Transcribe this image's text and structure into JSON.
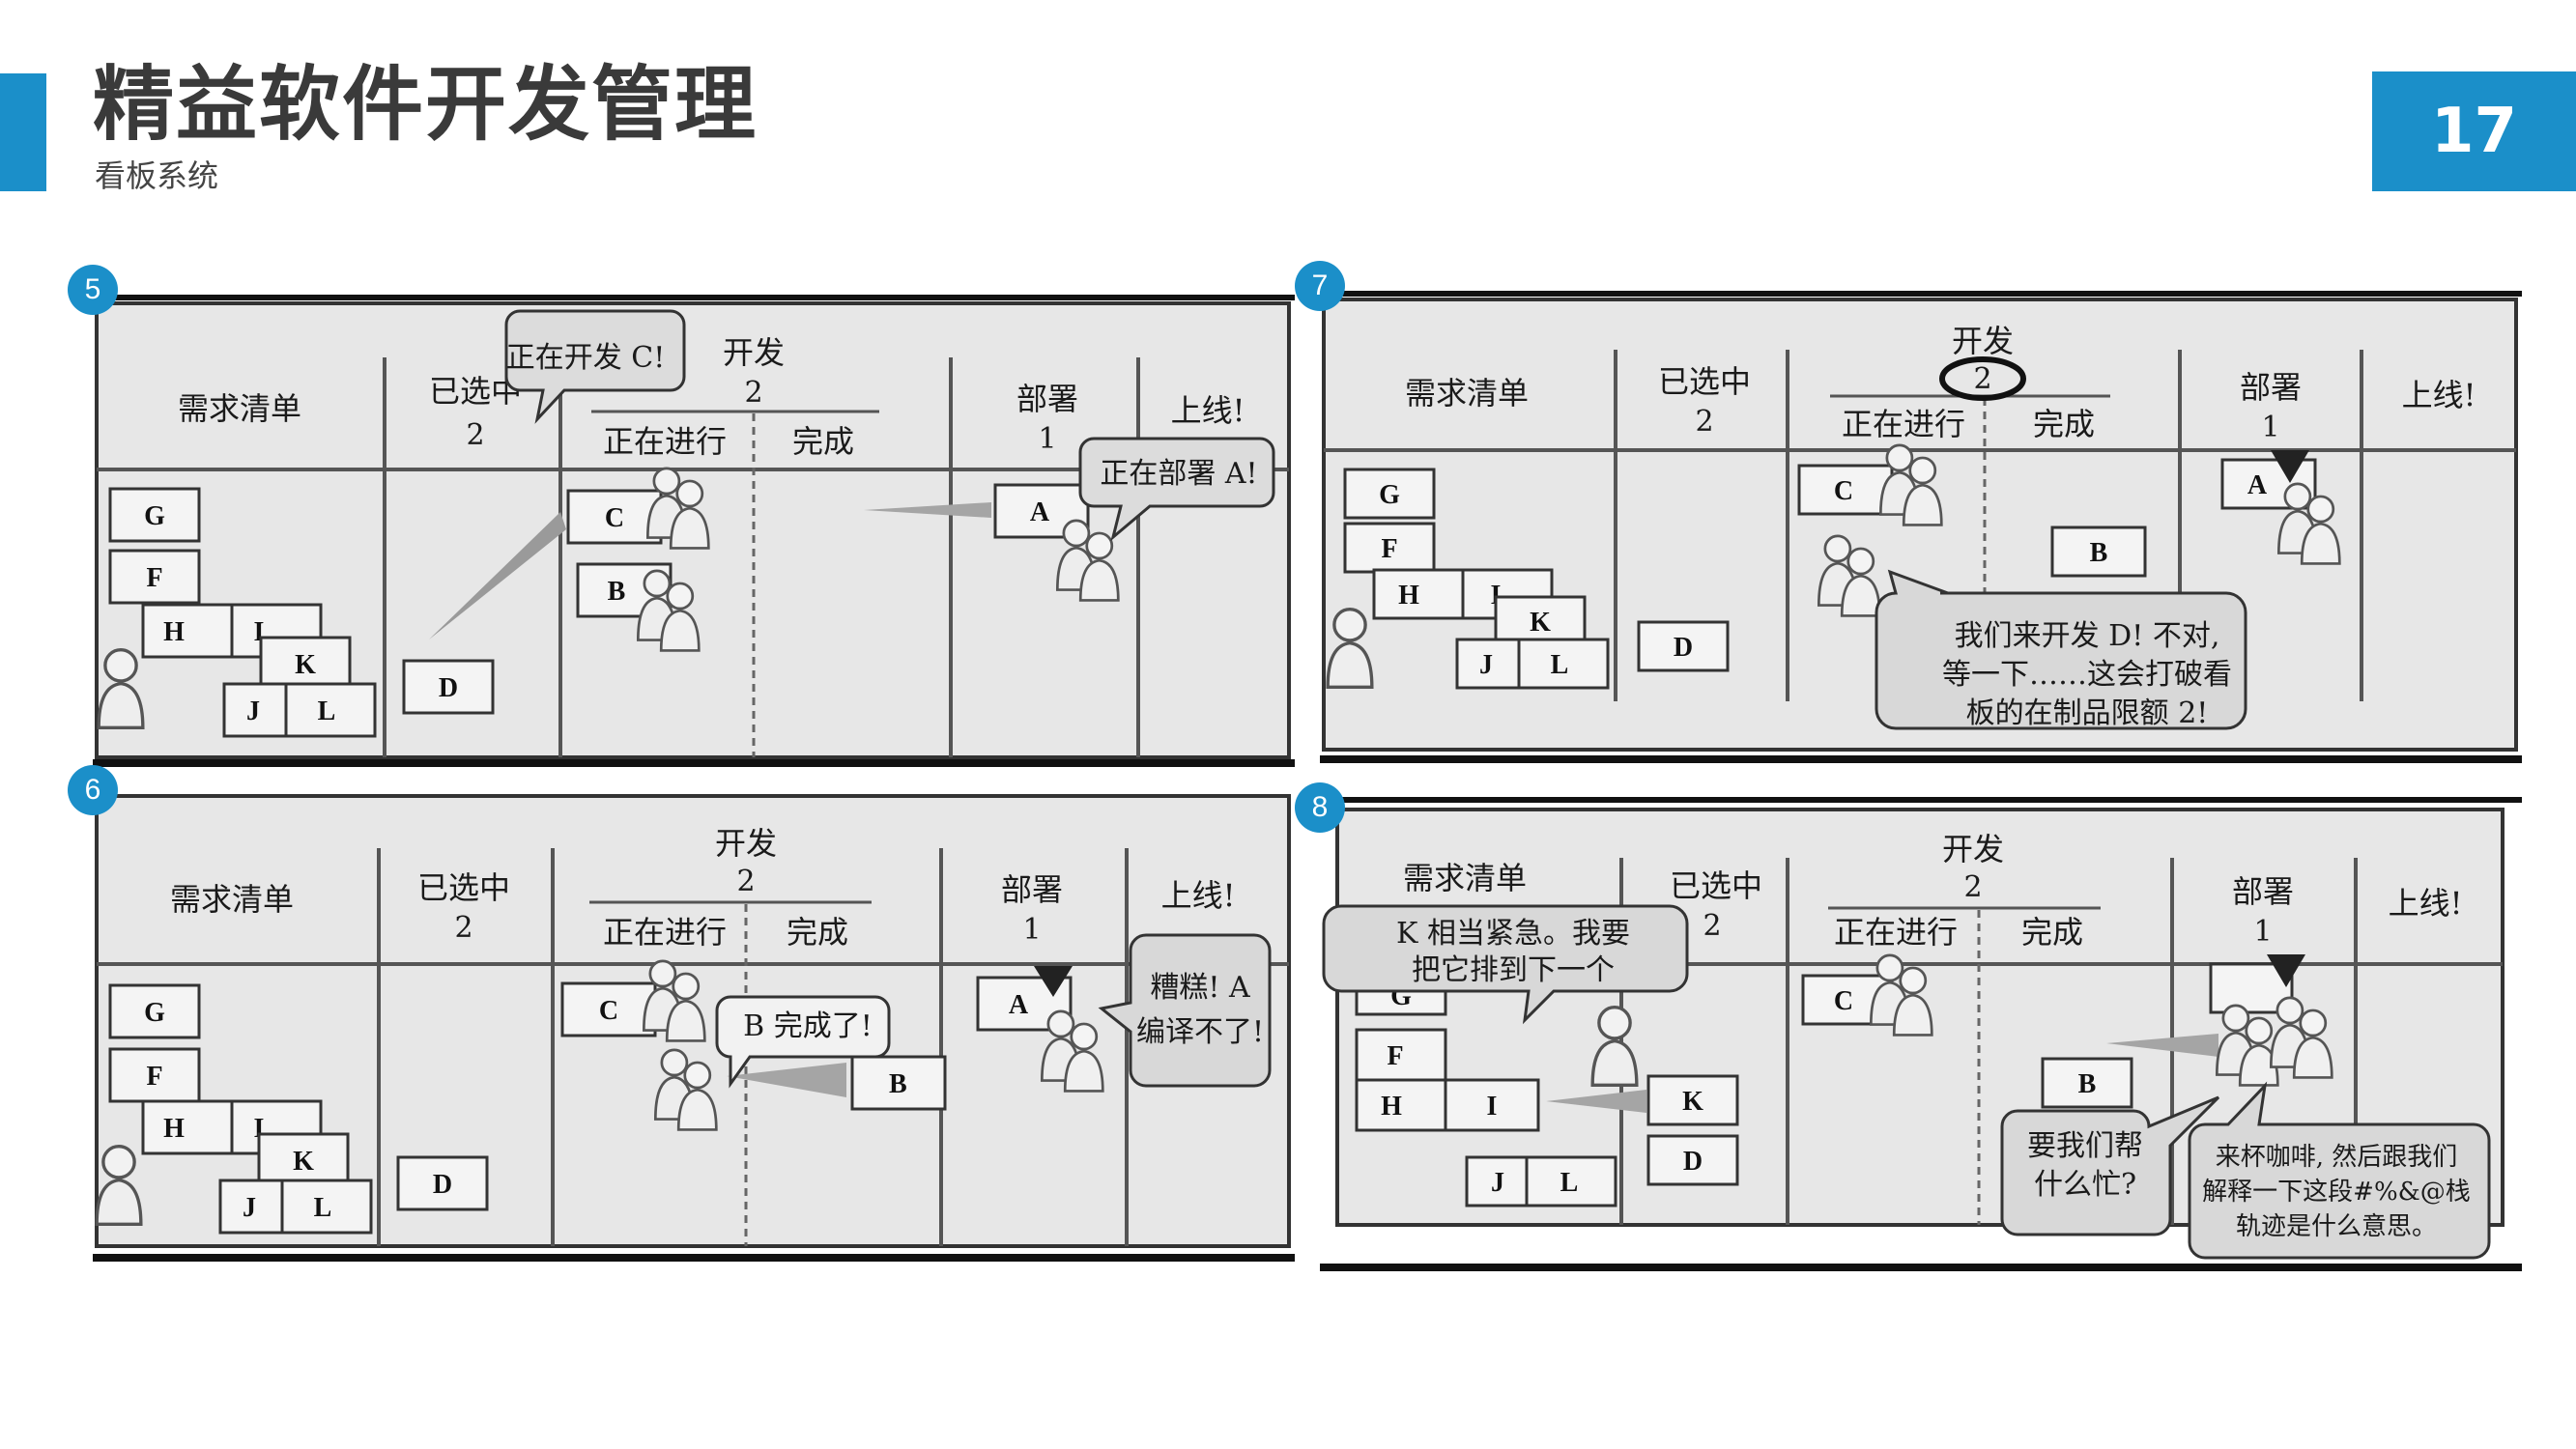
{
  "slide": {
    "title": "精益软件开发管理",
    "subtitle": "看板系统",
    "page_number": "17",
    "accent_color": "#1b8fc9"
  },
  "board": {
    "backlog": "需求清单",
    "selected": "已选中",
    "selected_limit": "2",
    "dev": "开发",
    "dev_limit": "2",
    "in_progress": "正在进行",
    "done": "完成",
    "deploy": "部署",
    "deploy_limit": "1",
    "live": "上线!"
  },
  "cards": {
    "G": "G",
    "F": "F",
    "H": "H",
    "I": "I",
    "K": "K",
    "J": "J",
    "L": "L",
    "A": "A",
    "B": "B",
    "C": "C",
    "D": "D"
  },
  "panels": [
    {
      "number": "5",
      "bubbles": [
        "正在开发 C!",
        "正在部署 A!"
      ]
    },
    {
      "number": "6",
      "bubbles": [
        "B 完成了!",
        "糟糕! A",
        "编译不了!"
      ]
    },
    {
      "number": "7",
      "bubbles": [
        "我们来开发 D! 不对,",
        "等一下……这会打破看",
        "板的在制品限额 2!"
      ]
    },
    {
      "number": "8",
      "bubbles": [
        "K 相当紧急。我要",
        "把它排到下一个",
        "要我们帮",
        "什么忙?",
        "来杯咖啡, 然后跟我们",
        "解释一下这段#%&@栈",
        "轨迹是什么意思。"
      ]
    }
  ]
}
